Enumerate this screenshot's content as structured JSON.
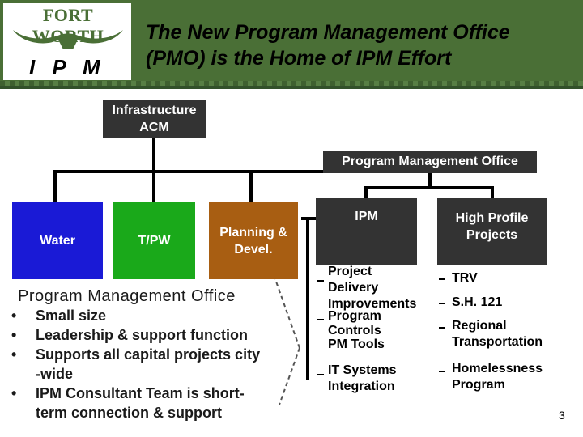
{
  "header": {
    "logo_text": "FORT WORTH",
    "logo_sub": "I P M",
    "title_line1": "The New Program Management Office",
    "title_line2": "(PMO) is the Home of IPM Effort"
  },
  "org": {
    "infra_line1": "Infrastructure",
    "infra_line2": "ACM",
    "pmo": "Program Management Office",
    "water": "Water",
    "tpw": "T/PW",
    "planning_line1": "Planning &",
    "planning_line2": "Devel.",
    "ipm": "IPM",
    "high_profile_line1": "High Profile",
    "high_profile_line2": "Projects",
    "ipm_items": [
      [
        "Project",
        "Delivery",
        "Improvements"
      ],
      [
        "Program",
        "Controls"
      ],
      [
        "PM Tools"
      ],
      [
        "IT Systems",
        "Integration"
      ]
    ],
    "hpp_items": [
      [
        "TRV"
      ],
      [
        "S.H. 121"
      ],
      [
        "Regional",
        "Transportation"
      ],
      [
        "Homelessness",
        "Program"
      ]
    ]
  },
  "pmo_callout": {
    "title": "Program Management Office",
    "bullets": [
      [
        "Small size"
      ],
      [
        "Leadership & support function"
      ],
      [
        "Supports all capital projects city",
        "-wide"
      ],
      [
        "IPM Consultant Team is short-",
        "term connection & support"
      ]
    ],
    "bullet_symbol": "•"
  },
  "page_number": "3",
  "colors": {
    "header_green": "#4a6f36",
    "dark_box": "#333333",
    "water": "#1a1ad6",
    "tpw": "#1aa91a",
    "planning": "#a85e12"
  }
}
